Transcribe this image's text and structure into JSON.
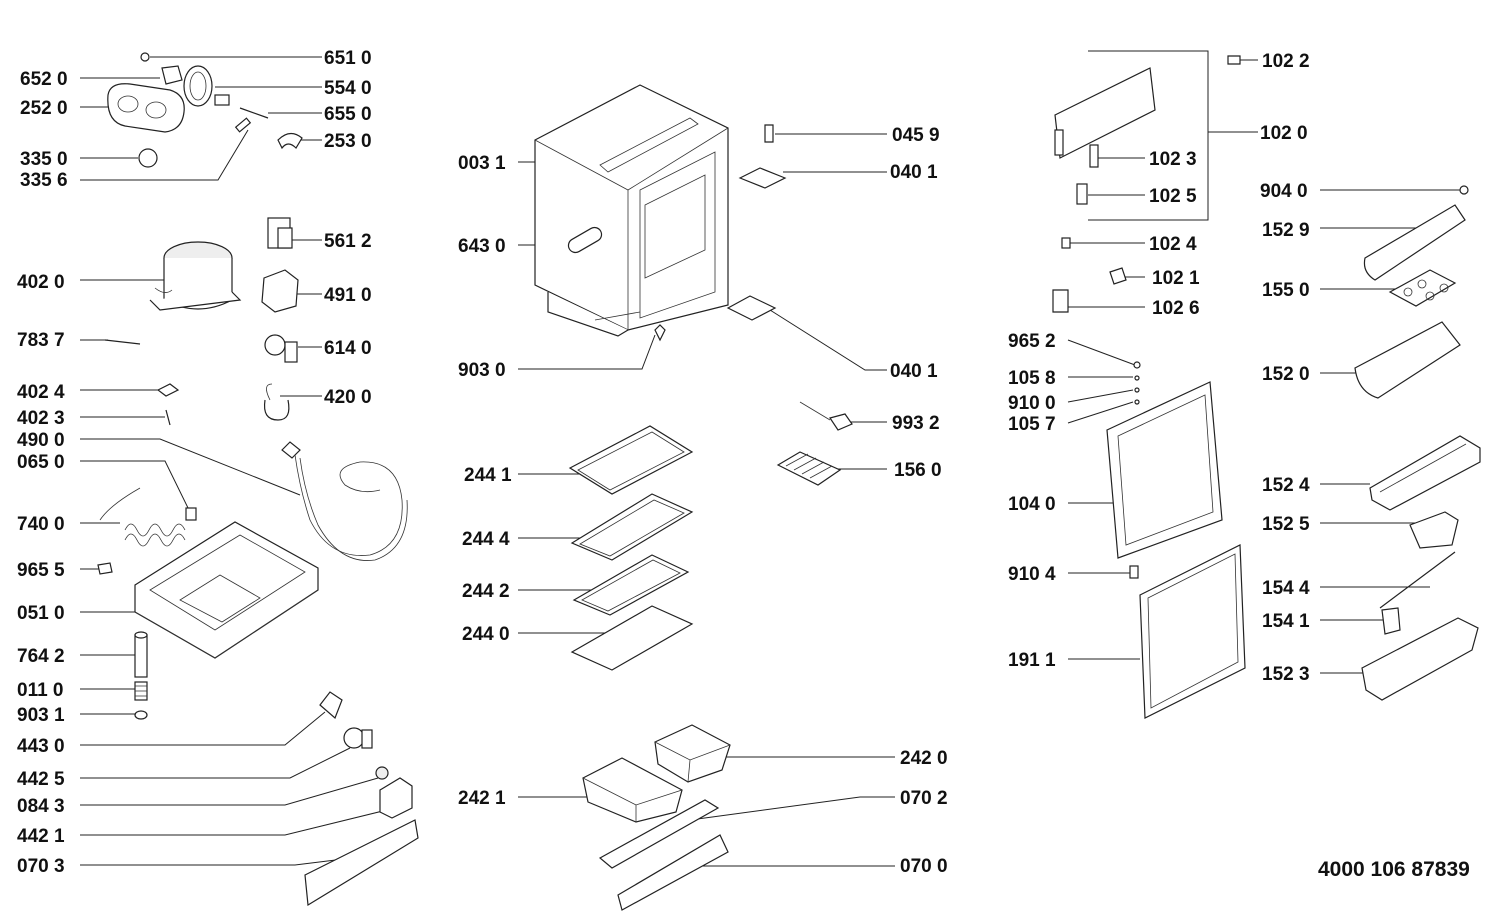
{
  "doc_number": "4000 106 87839",
  "parts": {
    "p6510": "651 0",
    "p6520": "652 0",
    "p5540": "554 0",
    "p2520": "252 0",
    "p6550": "655 0",
    "p2530": "253 0",
    "p3350": "335 0",
    "p3356": "335 6",
    "p5612": "561 2",
    "p4020": "402 0",
    "p4910": "491 0",
    "p7837": "783 7",
    "p6140": "614 0",
    "p4024": "402 4",
    "p4200": "420 0",
    "p4023": "402 3",
    "p4900": "490 0",
    "p0650": "065 0",
    "p7400": "740 0",
    "p9655": "965 5",
    "p0510": "051 0",
    "p7642": "764 2",
    "p0110": "011 0",
    "p9031": "903 1",
    "p4430": "443 0",
    "p4425": "442 5",
    "p0843": "084 3",
    "p4421": "442 1",
    "p0703": "070 3",
    "p0031": "003 1",
    "p0459": "045 9",
    "p0401a": "040 1",
    "p6430": "643 0",
    "p9030": "903 0",
    "p0401b": "040 1",
    "p9932": "993 2",
    "p2441": "244 1",
    "p1560": "156 0",
    "p2444": "244 4",
    "p2442": "244 2",
    "p2440": "244 0",
    "p2420": "242 0",
    "p2421": "242 1",
    "p0702": "070 2",
    "p0700": "070 0",
    "p1022": "102 2",
    "p1020": "102 0",
    "p1023": "102 3",
    "p9040": "904 0",
    "p1025": "102 5",
    "p1529": "152 9",
    "p1024": "102 4",
    "p1021": "102 1",
    "p1550": "155 0",
    "p1026": "102 6",
    "p9652": "965 2",
    "p1520": "152 0",
    "p1058": "105 8",
    "p9100": "910 0",
    "p1057": "105 7",
    "p1524": "152 4",
    "p1040": "104 0",
    "p1525": "152 5",
    "p9104": "910 4",
    "p1544": "154 4",
    "p1541": "154 1",
    "p1911": "191 1",
    "p1523": "152 3"
  }
}
